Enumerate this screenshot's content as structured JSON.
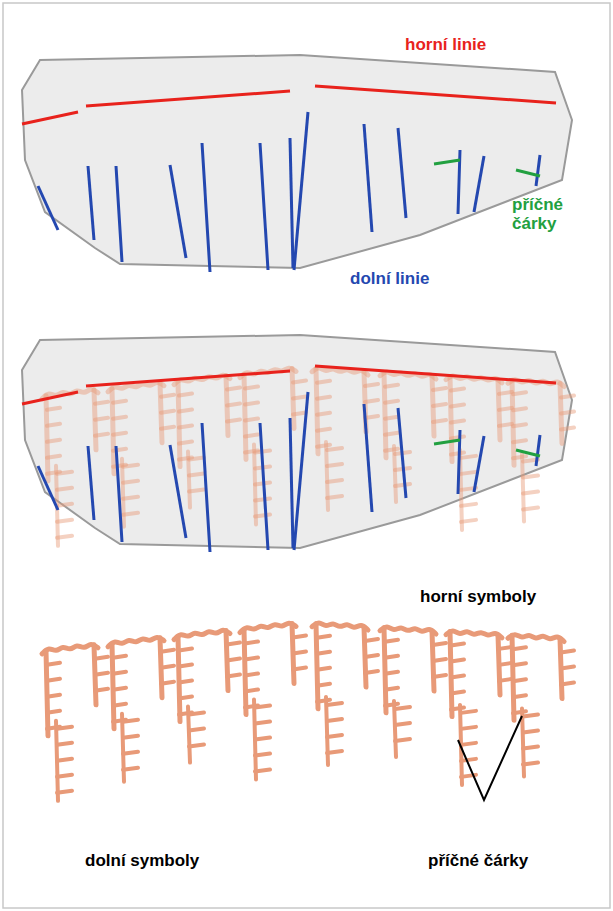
{
  "diagram": {
    "labels": [
      "horní linie",
      "příčné čárky",
      "dolní linie",
      "horní symboly",
      "dolní symboly",
      "příčné čárky"
    ]
  }
}
